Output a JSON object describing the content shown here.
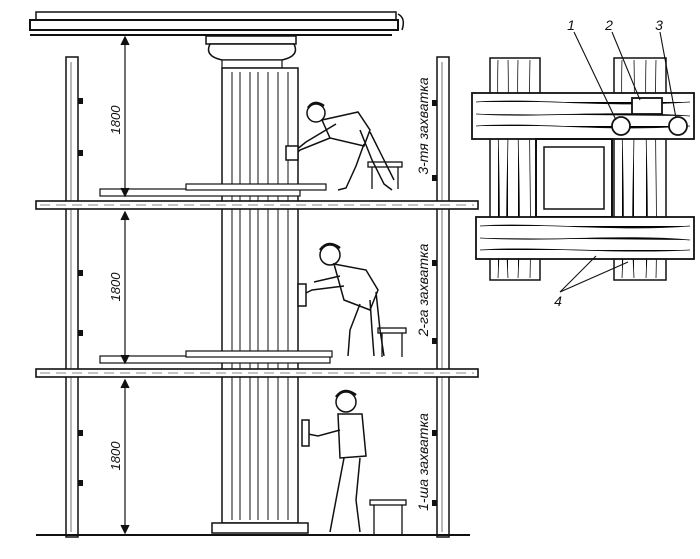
{
  "dimensions": {
    "level3": "1800",
    "level2": "1800",
    "level1": "1800"
  },
  "stages": {
    "third": "3-тя захватка",
    "second": "2-га захватка",
    "first": "1-ша захватка"
  },
  "callouts": {
    "c1": "1",
    "c2": "2",
    "c3": "3",
    "c4": "4"
  }
}
